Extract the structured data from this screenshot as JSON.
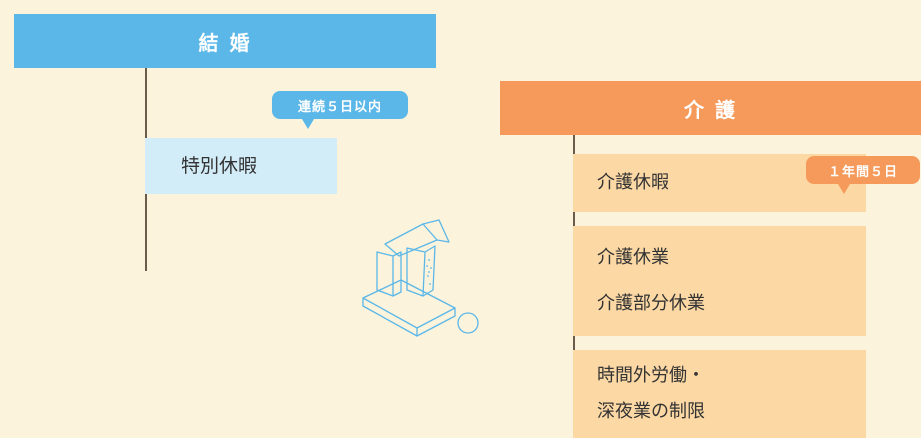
{
  "marriage": {
    "title": "結 婚",
    "bubble": "連続５日以内",
    "card": "特別休暇"
  },
  "care": {
    "title": "介 護",
    "bubble": "１年間５日",
    "cards": [
      {
        "lines": [
          "介護休暇"
        ]
      },
      {
        "lines": [
          "介護休業",
          "介護部分休業"
        ]
      },
      {
        "lines": [
          "時間外労働・",
          "深夜業の制限"
        ]
      }
    ]
  },
  "colors": {
    "background": "#fbf3dc",
    "marriage_accent": "#5bb7e8",
    "marriage_card": "#d2ecf8",
    "care_accent": "#f59a5b",
    "care_card": "#fbd8a4"
  },
  "icons": [
    "blocks-illustration"
  ]
}
